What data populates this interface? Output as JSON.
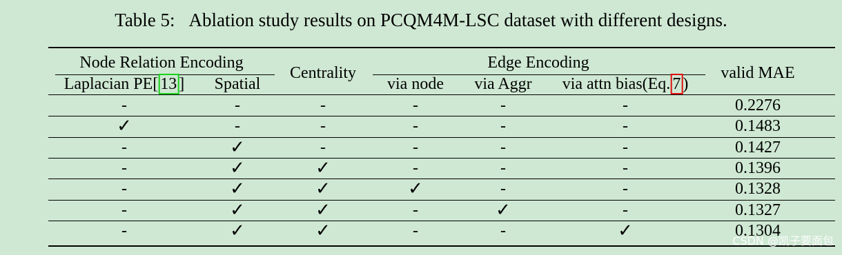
{
  "caption": {
    "label": "Table 5:",
    "text": "Ablation study results on PCQM4M-LSC dataset with different designs."
  },
  "headers": {
    "group_node_relation": "Node Relation Encoding",
    "group_edge": "Edge Encoding",
    "centrality": "Centrality",
    "valid_mae": "valid MAE",
    "laplacian_prefix": "Laplacian PE[",
    "laplacian_ref": "13",
    "laplacian_suffix": "]",
    "spatial": "Spatial",
    "via_node": "via node",
    "via_aggr": "via Aggr",
    "via_attn_prefix": "via attn bias(Eq.",
    "via_attn_ref": "7",
    "via_attn_suffix": ")"
  },
  "symbols": {
    "check": "✓",
    "dash": "-"
  },
  "rows": [
    {
      "cells": [
        "-",
        "-",
        "-",
        "-",
        "-",
        "-"
      ],
      "mae": "0.2276"
    },
    {
      "cells": [
        "✓",
        "-",
        "-",
        "-",
        "-",
        "-"
      ],
      "mae": "0.1483"
    },
    {
      "cells": [
        "-",
        "✓",
        "-",
        "-",
        "-",
        "-"
      ],
      "mae": "0.1427"
    },
    {
      "cells": [
        "-",
        "✓",
        "✓",
        "-",
        "-",
        "-"
      ],
      "mae": "0.1396"
    },
    {
      "cells": [
        "-",
        "✓",
        "✓",
        "✓",
        "-",
        "-"
      ],
      "mae": "0.1328"
    },
    {
      "cells": [
        "-",
        "✓",
        "✓",
        "-",
        "✓",
        "-"
      ],
      "mae": "0.1327"
    },
    {
      "cells": [
        "-",
        "✓",
        "✓",
        "-",
        "-",
        "✓"
      ],
      "mae": "0.1304"
    }
  ],
  "watermark": "CSDN @凯子要面包",
  "colors": {
    "background": "#cfe8d3",
    "ref_green": "#19d219",
    "ref_red": "#e01010"
  }
}
